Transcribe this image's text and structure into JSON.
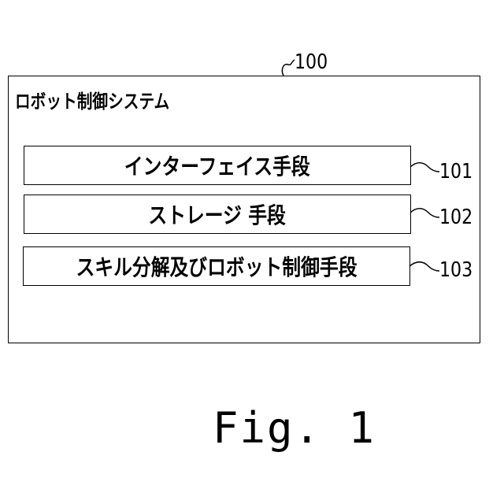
{
  "system": {
    "ref": "100",
    "title": "ロボット制御システム"
  },
  "components": [
    {
      "label": "インターフェイス手段",
      "ref": "101"
    },
    {
      "label": "ストレージ 手段",
      "ref": "102"
    },
    {
      "label": "スキル分解及びロボット制御手段",
      "ref": "103"
    }
  ],
  "caption": "Fig. 1"
}
